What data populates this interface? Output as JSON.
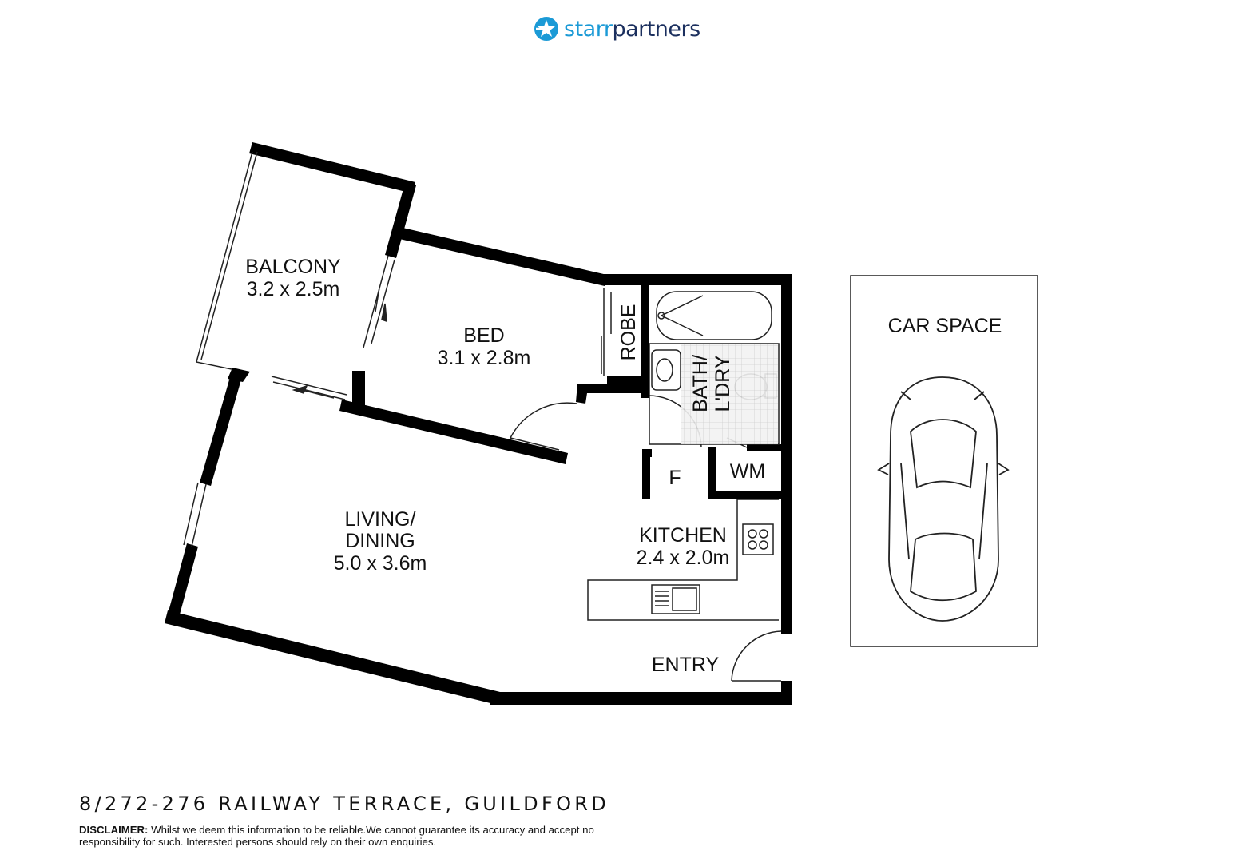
{
  "brand": {
    "name_part1": "starr",
    "name_part2": "partners",
    "logo_icon": "star-partners-logo-icon",
    "color_primary": "#1b9ad6",
    "color_secondary": "#1b2f5e"
  },
  "rooms": {
    "balcony": {
      "name": "BALCONY",
      "size": "3.2 x 2.5m"
    },
    "bed": {
      "name": "BED",
      "size": "3.1 x 2.8m"
    },
    "robe": {
      "name": "ROBE"
    },
    "bath": {
      "line1": "BATH/",
      "line2": "L'DRY"
    },
    "fridge": {
      "name": "F"
    },
    "wm": {
      "name": "WM"
    },
    "living": {
      "line1": "LIVING/",
      "line2": "DINING",
      "size": "5.0 x 3.6m"
    },
    "kitchen": {
      "name": "KITCHEN",
      "size": "2.4 x 2.0m"
    },
    "entry": {
      "name": "ENTRY"
    },
    "car": {
      "name": "CAR SPACE"
    }
  },
  "footer": {
    "address": "8/272-276 RAILWAY TERRACE, GUILDFORD",
    "disclaimer_label": "DISCLAIMER:",
    "disclaimer_text": " Whilst we deem this information to be reliable.We cannot guarantee its accuracy and accept no responsibility for such. Interested persons should rely on their own enquiries."
  },
  "colors": {
    "wall": "#000000",
    "line": "#222222"
  }
}
